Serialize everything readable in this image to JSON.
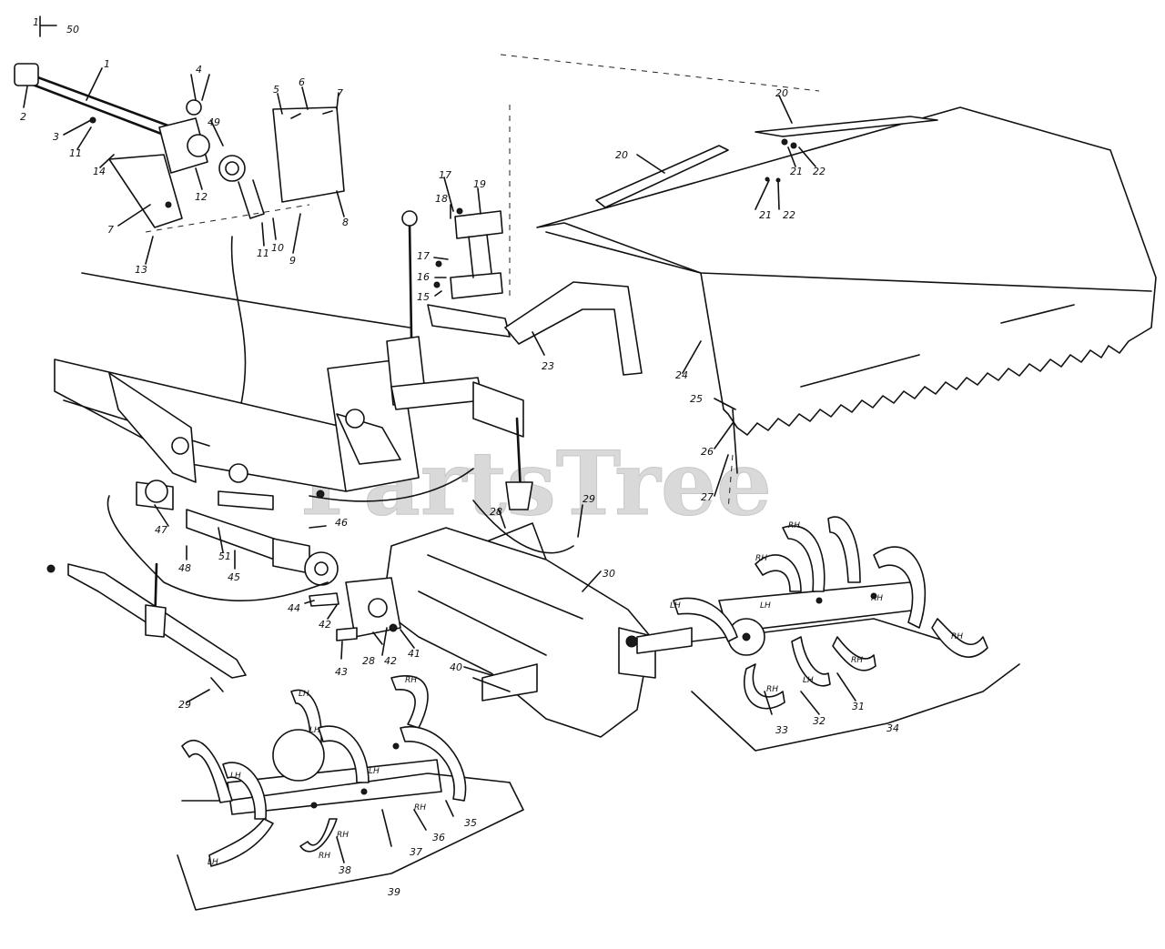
{
  "header": {
    "figure_number": "1",
    "figure_ref": "50"
  },
  "watermark": "PartsTree",
  "labels": [
    {
      "id": "2a",
      "text": "2"
    },
    {
      "id": "1",
      "text": "1"
    },
    {
      "id": "3",
      "text": "3"
    },
    {
      "id": "11a",
      "text": "11"
    },
    {
      "id": "14",
      "text": "14"
    },
    {
      "id": "4",
      "text": "4"
    },
    {
      "id": "49",
      "text": "49"
    },
    {
      "id": "12",
      "text": "12"
    },
    {
      "id": "7a",
      "text": "7"
    },
    {
      "id": "13",
      "text": "13"
    },
    {
      "id": "5",
      "text": "5"
    },
    {
      "id": "6",
      "text": "6"
    },
    {
      "id": "7b",
      "text": "7"
    },
    {
      "id": "8",
      "text": "8"
    },
    {
      "id": "11b",
      "text": "11"
    },
    {
      "id": "10",
      "text": "10"
    },
    {
      "id": "9",
      "text": "9"
    },
    {
      "id": "18",
      "text": "18"
    },
    {
      "id": "17a",
      "text": "17"
    },
    {
      "id": "19",
      "text": "19"
    },
    {
      "id": "17b",
      "text": "17"
    },
    {
      "id": "16",
      "text": "16"
    },
    {
      "id": "15",
      "text": "15"
    },
    {
      "id": "23",
      "text": "23"
    },
    {
      "id": "20a",
      "text": "20"
    },
    {
      "id": "20b",
      "text": "20"
    },
    {
      "id": "21a",
      "text": "21"
    },
    {
      "id": "22a",
      "text": "22"
    },
    {
      "id": "21b",
      "text": "21"
    },
    {
      "id": "22b",
      "text": "22"
    },
    {
      "id": "24",
      "text": "24"
    },
    {
      "id": "25",
      "text": "25"
    },
    {
      "id": "26",
      "text": "26"
    },
    {
      "id": "27",
      "text": "27"
    },
    {
      "id": "28a",
      "text": "28"
    },
    {
      "id": "29a",
      "text": "29"
    },
    {
      "id": "47",
      "text": "47"
    },
    {
      "id": "46",
      "text": "46"
    },
    {
      "id": "51",
      "text": "51"
    },
    {
      "id": "48",
      "text": "48"
    },
    {
      "id": "45",
      "text": "45"
    },
    {
      "id": "30",
      "text": "30"
    },
    {
      "id": "44",
      "text": "44"
    },
    {
      "id": "42a",
      "text": "42"
    },
    {
      "id": "28b",
      "text": "28"
    },
    {
      "id": "42b",
      "text": "42"
    },
    {
      "id": "41",
      "text": "41"
    },
    {
      "id": "43",
      "text": "43"
    },
    {
      "id": "40",
      "text": "40"
    },
    {
      "id": "29b",
      "text": "29"
    },
    {
      "id": "33",
      "text": "33"
    },
    {
      "id": "32",
      "text": "32"
    },
    {
      "id": "31",
      "text": "31"
    },
    {
      "id": "34",
      "text": "34"
    },
    {
      "id": "35",
      "text": "35"
    },
    {
      "id": "36",
      "text": "36"
    },
    {
      "id": "37",
      "text": "37"
    },
    {
      "id": "38",
      "text": "38"
    },
    {
      "id": "39",
      "text": "39"
    }
  ],
  "tine_marks": [
    "RH",
    "RH",
    "RH",
    "RH",
    "RH",
    "LH",
    "LH",
    "RH",
    "LH",
    "RH",
    "LH",
    "LH",
    "LH",
    "RH",
    "RH",
    "LH",
    "RH",
    "LH"
  ]
}
